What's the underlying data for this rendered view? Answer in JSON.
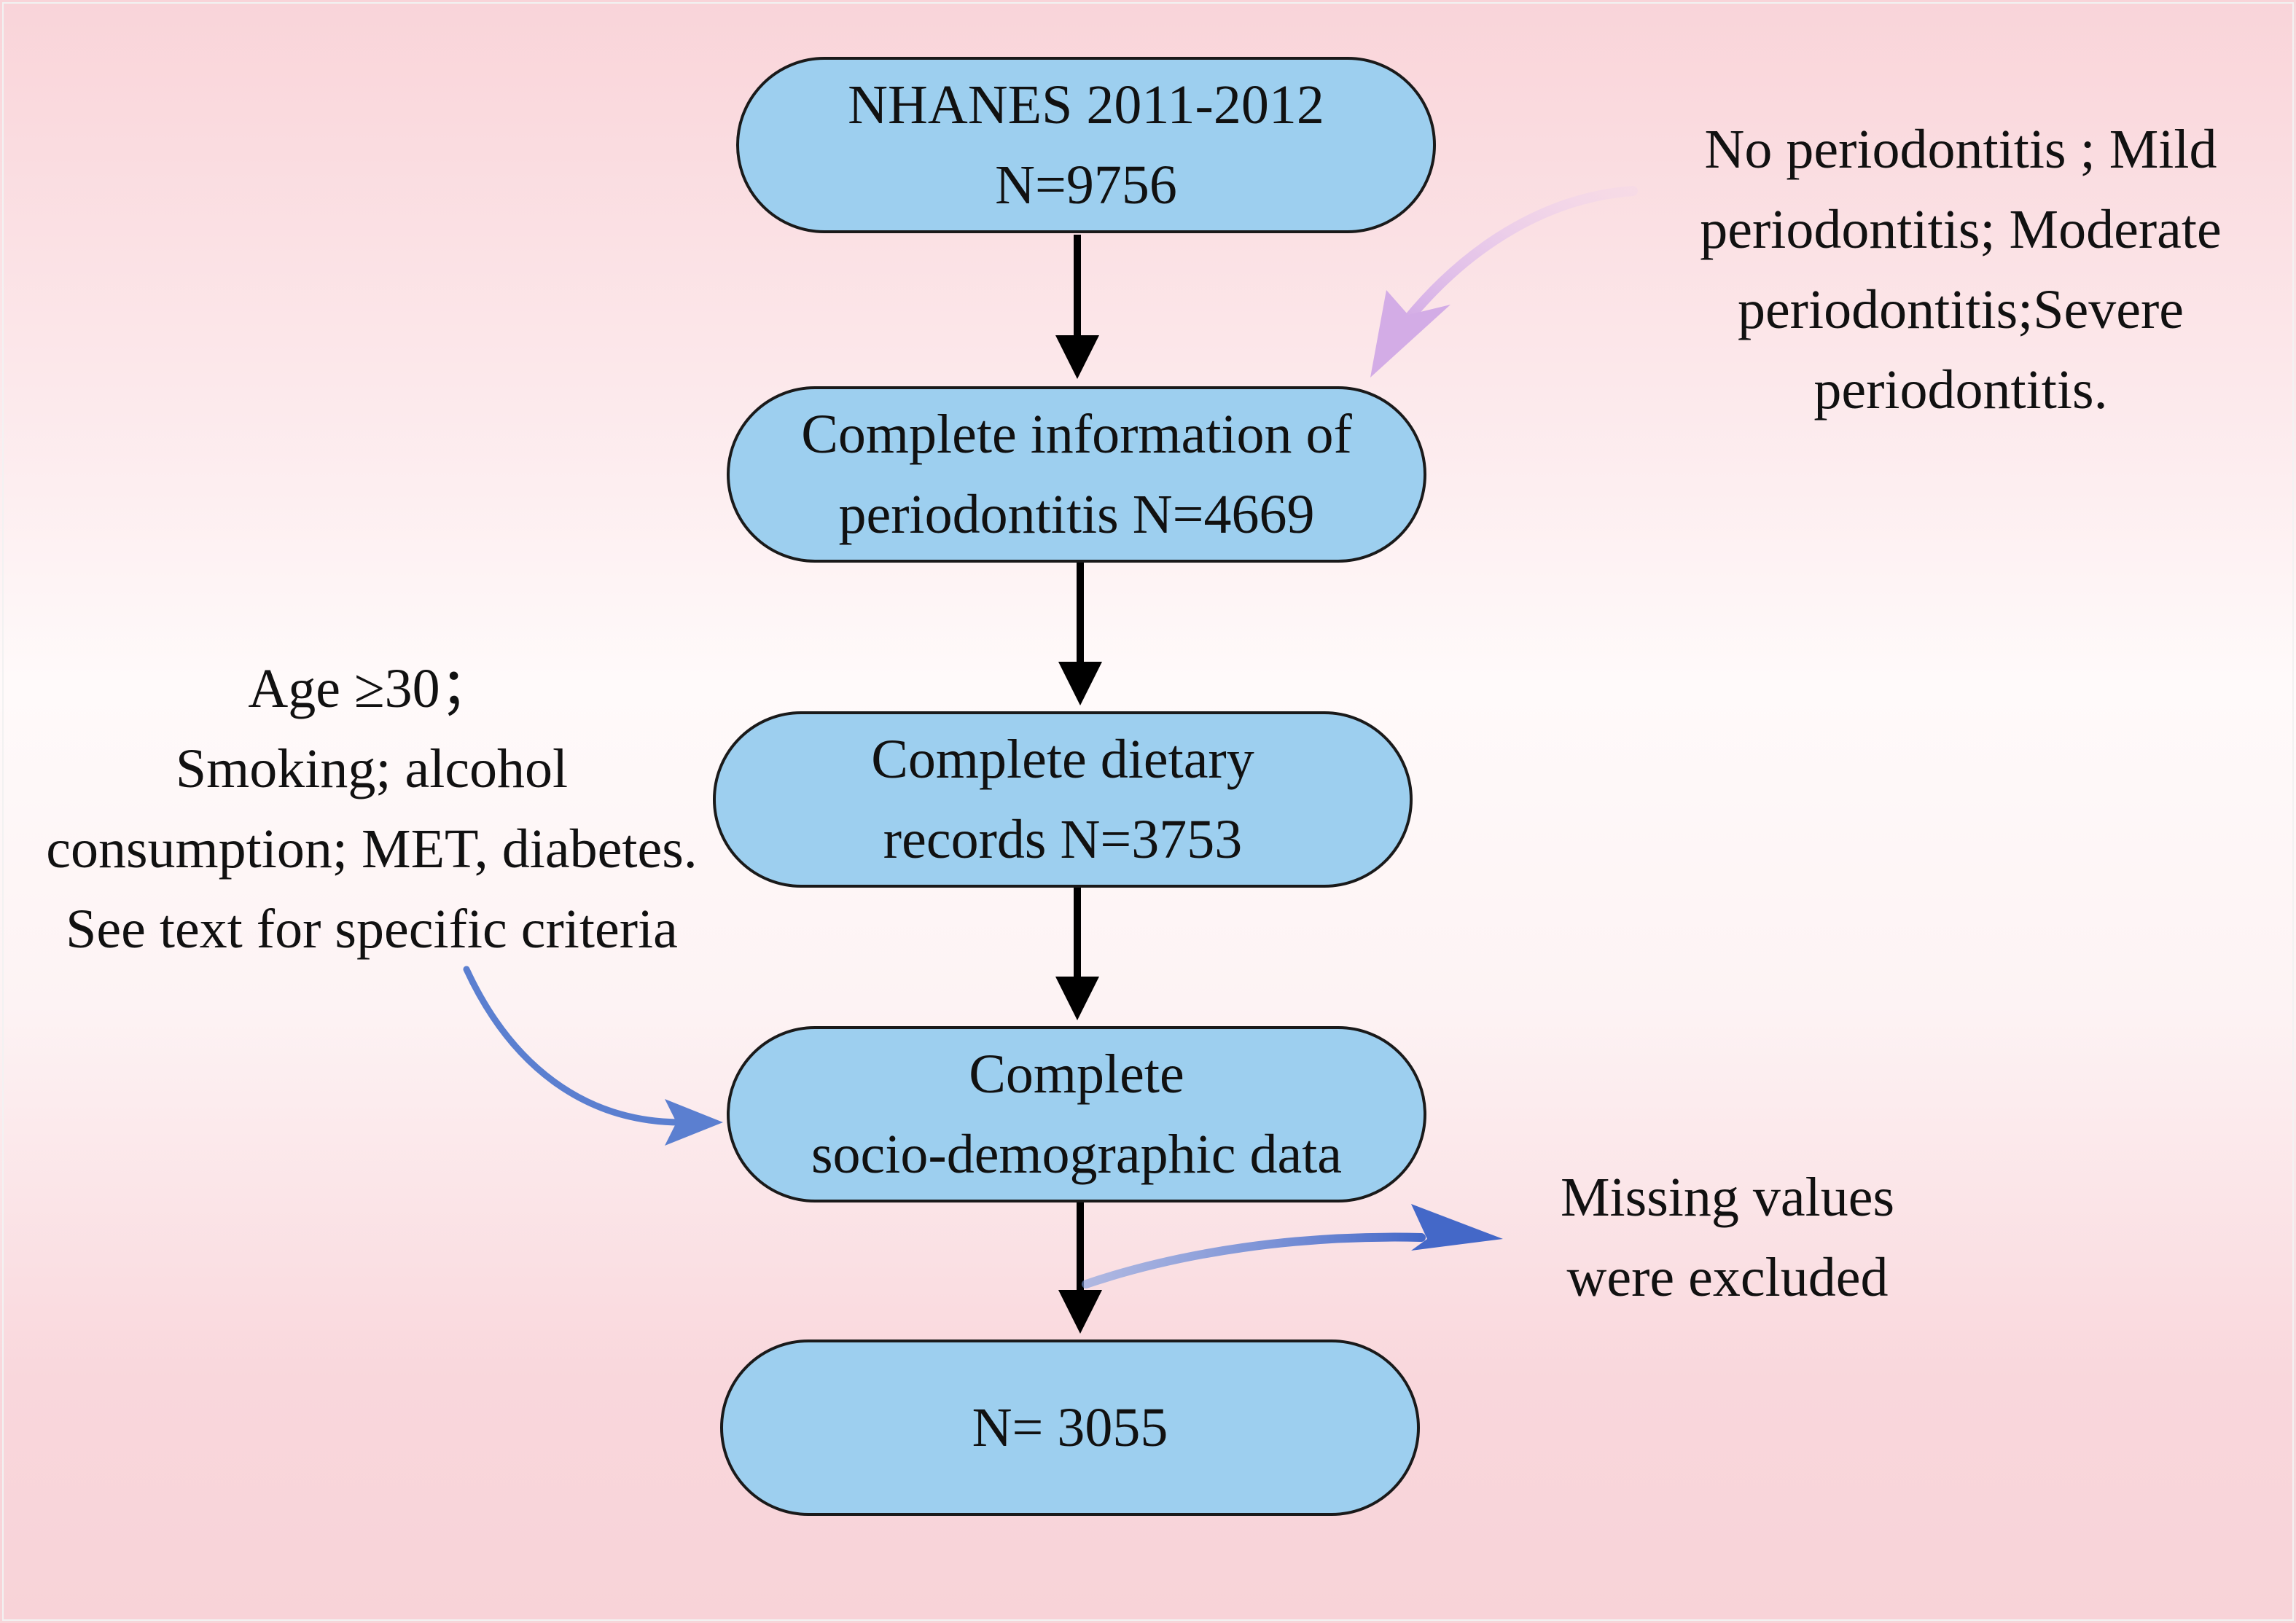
{
  "flow": {
    "steps": [
      {
        "line1": "NHANES 2011-2012",
        "line2": "N=9756"
      },
      {
        "line1": "Complete information of",
        "line2": "periodontitis N=4669"
      },
      {
        "line1": "Complete dietary",
        "line2": "records  N=3753"
      },
      {
        "line1": "Complete",
        "line2": "socio-demographic data"
      },
      {
        "line1": "N= 3055"
      }
    ]
  },
  "notes": {
    "periodontitis_categories": [
      "No periodontitis ; Mild",
      "periodontitis; Moderate",
      "periodontitis;Severe",
      "periodontitis."
    ],
    "exclusion_criteria": [
      "Age ≥30；",
      "Smoking; alcohol",
      "consumption; MET, diabetes.",
      "See text for specific criteria"
    ],
    "missing_values": [
      "Missing values",
      "were excluded"
    ]
  },
  "colors": {
    "box_fill": "#9dcfef",
    "box_border": "#1a1a1a",
    "arrow_black": "#000000",
    "arrow_purple": "#d9b6ea",
    "arrow_blue": "#5b7fd0"
  }
}
